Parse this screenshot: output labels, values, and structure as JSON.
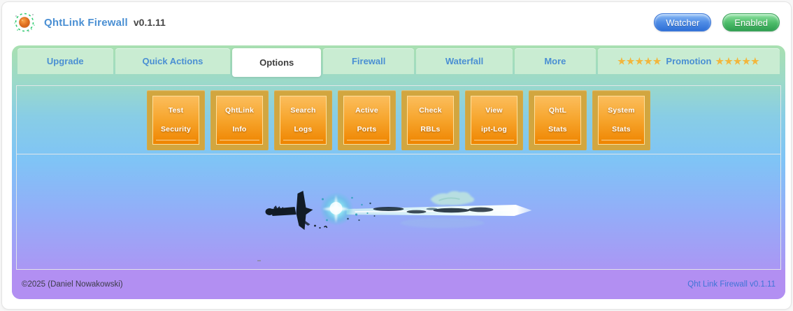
{
  "header": {
    "title": "QhtLink Firewall",
    "version": "v0.1.11",
    "watcher_label": "Watcher",
    "enabled_label": "Enabled"
  },
  "tabs": [
    {
      "label": "Upgrade",
      "active": false
    },
    {
      "label": "Quick Actions",
      "active": false
    },
    {
      "label": "Options",
      "active": true
    },
    {
      "label": "Firewall",
      "active": false
    },
    {
      "label": "Waterfall",
      "active": false
    },
    {
      "label": "More",
      "active": false
    },
    {
      "label": "Promotion",
      "active": false,
      "stars_left": "★★★★★",
      "stars_right": "★★★★★"
    }
  ],
  "action_buttons": [
    {
      "line1": "Test",
      "line2": "Security"
    },
    {
      "line1": "QhtLink",
      "line2": "Info"
    },
    {
      "line1": "Search",
      "line2": "Logs"
    },
    {
      "line1": "Active",
      "line2": "Ports"
    },
    {
      "line1": "Check",
      "line2": "RBLs"
    },
    {
      "line1": "View",
      "line2": "ipt-Log"
    },
    {
      "line1": "QhtL",
      "line2": "Stats"
    },
    {
      "line1": "System",
      "line2": "Stats"
    }
  ],
  "footer": {
    "copyright": "©2025 (Daniel Nowakowski)",
    "version_link": "Qht Link Firewall v0.1.11"
  },
  "icons": {
    "logo": "firewall-logo-icon",
    "decoration": "crystal-sword-image"
  },
  "colors": {
    "accent_blue": "#4a8fd3",
    "tab_green": "#c9ecd2",
    "strip_green": "#a9e0b1",
    "button_orange": "#f08300",
    "button_gold_frame": "#d2a63f",
    "footer_purple": "#b28ff2",
    "watcher_blue": "#4f8ce5",
    "enabled_green": "#4cbb68",
    "star_gold": "#f2b63c",
    "panel_gradient": [
      "#a9e0b1",
      "#88cde5",
      "#7fc4f6",
      "#93adf8",
      "#b290f2"
    ]
  }
}
